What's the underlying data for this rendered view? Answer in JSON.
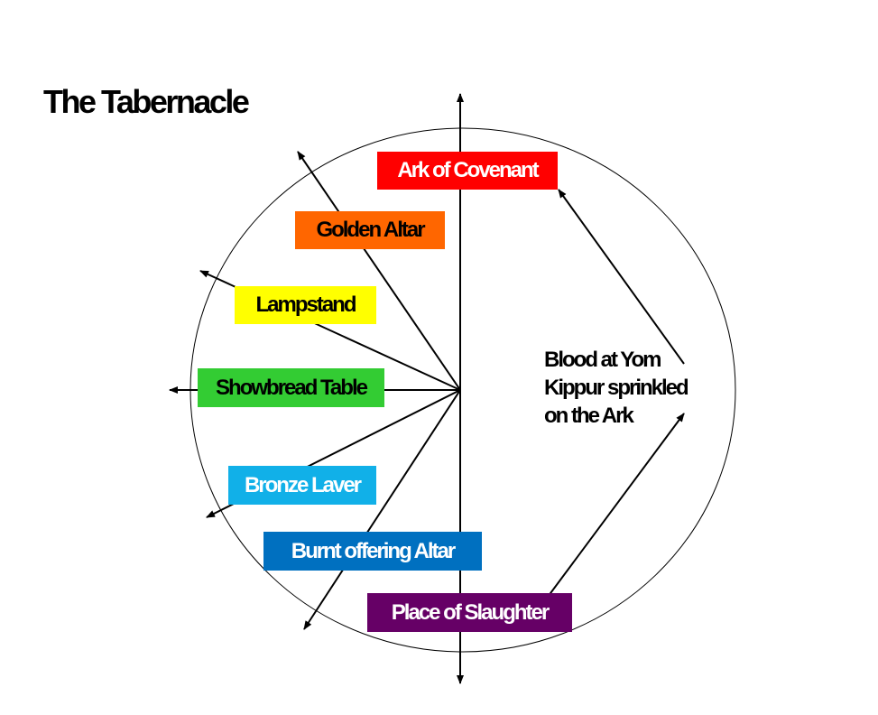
{
  "title": "The Tabernacle",
  "labels": [
    {
      "id": "ark",
      "text": "Ark of Covenant",
      "bg": "#ff0000",
      "fg": "#ffffff"
    },
    {
      "id": "golden",
      "text": "Golden Altar",
      "bg": "#ff6600",
      "fg": "#000000"
    },
    {
      "id": "lamp",
      "text": "Lampstand",
      "bg": "#ffff00",
      "fg": "#000000"
    },
    {
      "id": "showbread",
      "text": "Showbread Table",
      "bg": "#33cc33",
      "fg": "#000000"
    },
    {
      "id": "laver",
      "text": "Bronze Laver",
      "bg": "#11b0e8",
      "fg": "#ffffff"
    },
    {
      "id": "burnt",
      "text": "Burnt offering Altar",
      "bg": "#0070c0",
      "fg": "#ffffff"
    },
    {
      "id": "slaughter",
      "text": "Place of Slaughter",
      "bg": "#660066",
      "fg": "#ffffff"
    }
  ],
  "annotation": {
    "lines": [
      "Blood at Yom",
      "Kippur sprinkled",
      "on the Ark"
    ]
  },
  "colors": {
    "line": "#000000",
    "background": "#ffffff"
  }
}
